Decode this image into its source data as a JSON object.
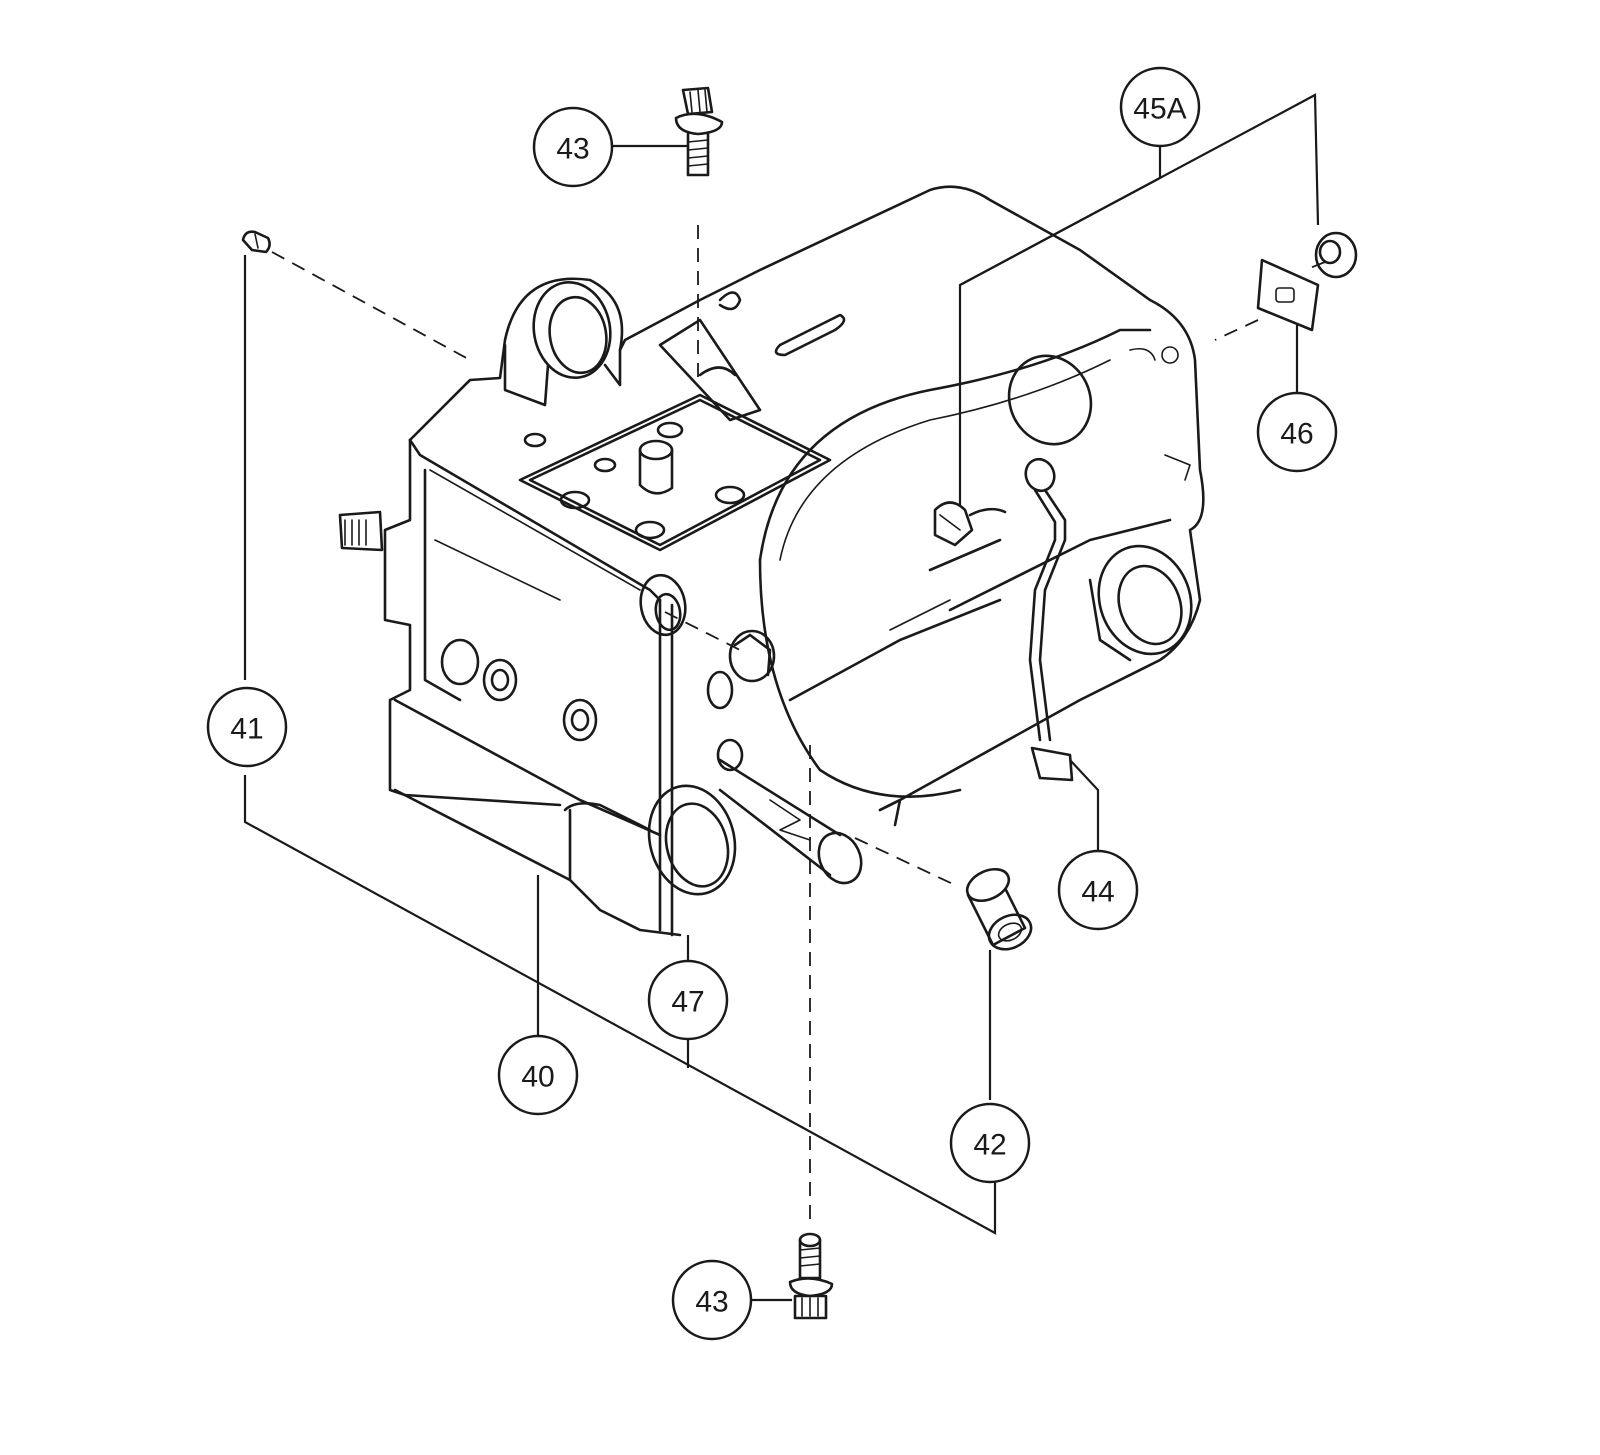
{
  "callouts": {
    "c40": "40",
    "c41": "41",
    "c42": "42",
    "c43_top": "43",
    "c43_bottom": "43",
    "c44": "44",
    "c45a": "45A",
    "c46": "46",
    "c47": "47"
  },
  "icons": {
    "crankcase": "crankcase-housing-icon",
    "bolt": "bolt-icon",
    "plug": "plug-icon",
    "bushing": "bushing-icon",
    "seal": "seal-ring-icon",
    "gasket": "gasket-plate-icon",
    "wire": "ground-wire-icon",
    "terminal": "terminal-icon"
  }
}
